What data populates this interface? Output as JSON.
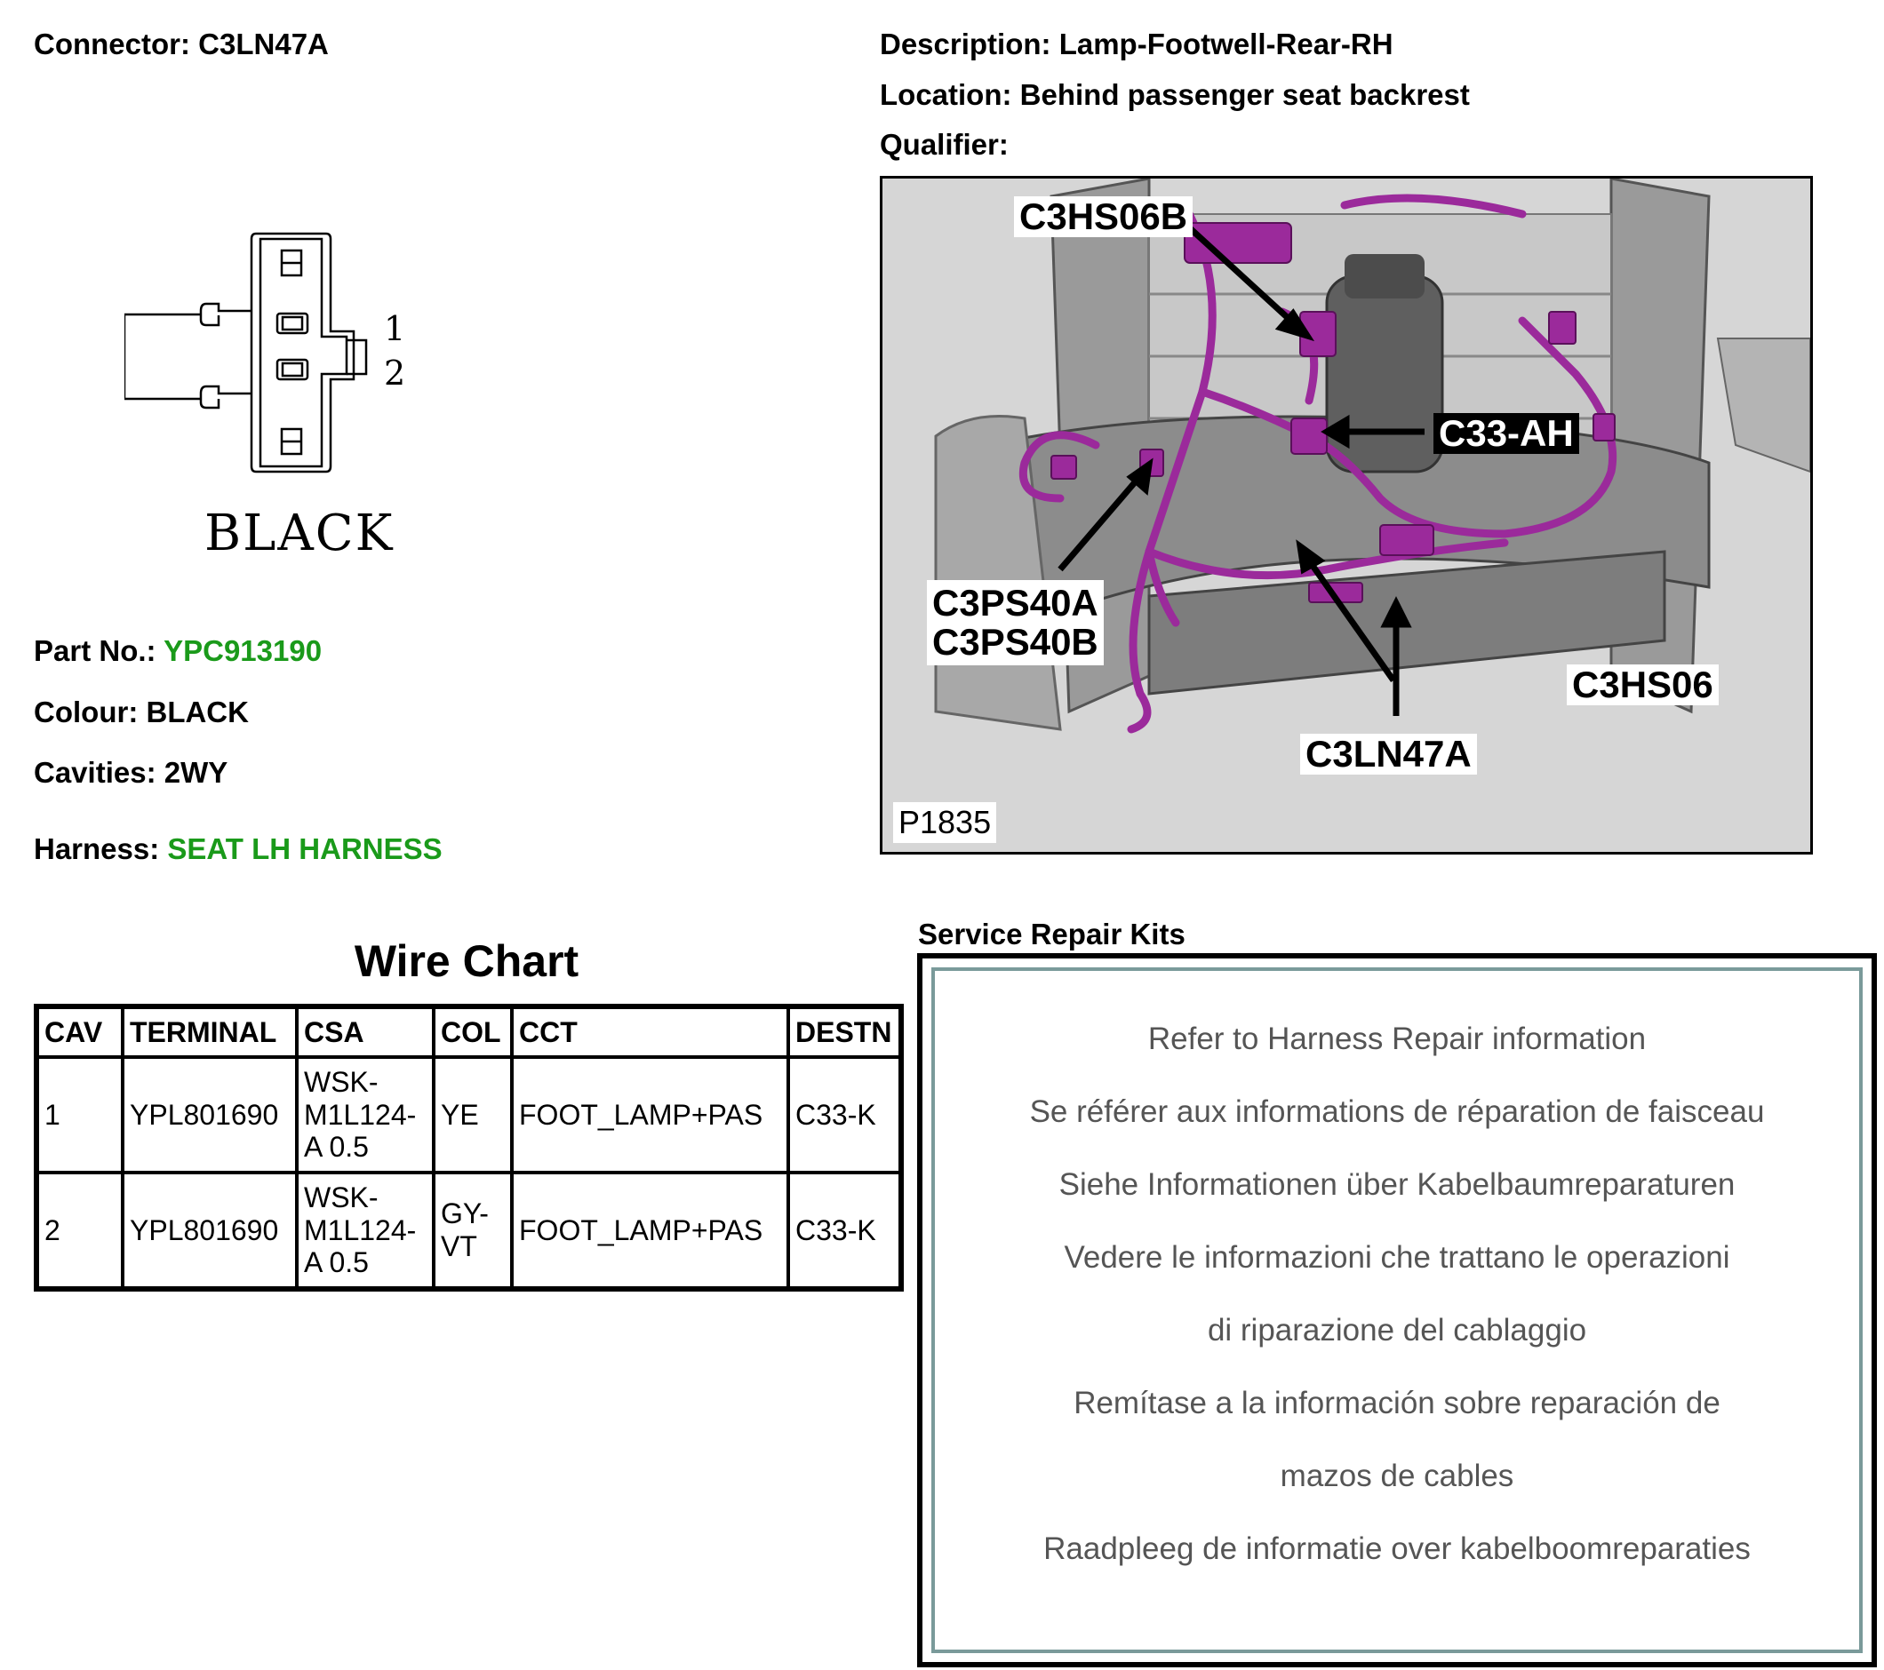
{
  "connector": {
    "label": "Connector:",
    "value": "C3LN47A"
  },
  "description": {
    "label": "Description:",
    "value": "Lamp-Footwell-Rear-RH"
  },
  "location": {
    "label": "Location:",
    "value": "Behind passenger seat backrest"
  },
  "qualifier": {
    "label": "Qualifier:",
    "value": ""
  },
  "diagram": {
    "pin1": "1",
    "pin2": "2",
    "colour_text": "BLACK"
  },
  "part_no": {
    "label": "Part No.:",
    "value": "YPC913190"
  },
  "colour": {
    "label": "Colour:",
    "value": "BLACK"
  },
  "cavities": {
    "label": "Cavities:",
    "value": "2WY"
  },
  "harness": {
    "label": "Harness:",
    "value": "SEAT LH HARNESS"
  },
  "photo": {
    "id": "P1835",
    "callouts": {
      "c3hs06b": "C3HS06B",
      "c33ah": "C33-AH",
      "c3ps40a": "C3PS40A",
      "c3ps40b": "C3PS40B",
      "c3hs06": "C3HS06",
      "c3ln47a": "C3LN47A"
    }
  },
  "wire_chart": {
    "title": "Wire Chart",
    "headers": [
      "CAV",
      "TERMINAL",
      "CSA",
      "COL",
      "CCT",
      "DESTN"
    ],
    "rows": [
      {
        "cav": "1",
        "terminal": "YPL801690",
        "csa": [
          "WSK-",
          "M1L124-",
          "A 0.5"
        ],
        "col": [
          "YE"
        ],
        "cct": "FOOT_LAMP+PAS",
        "destn": "C33-K"
      },
      {
        "cav": "2",
        "terminal": "YPL801690",
        "csa": [
          "WSK-",
          "M1L124-",
          "A 0.5"
        ],
        "col": [
          "GY-",
          "VT"
        ],
        "cct": "FOOT_LAMP+PAS",
        "destn": "C33-K"
      }
    ]
  },
  "service_repair": {
    "title": "Service Repair Kits",
    "lines": [
      "Refer to Harness Repair information",
      "Se référer aux informations de réparation de faisceau",
      "Siehe Informationen über Kabelbaumreparaturen",
      "Vedere le informazioni che trattano le operazioni",
      "di riparazione del cablaggio",
      "Remítase a la información sobre reparación de",
      "mazos de cables",
      "Raadpleeg de informatie over kabelboomreparaties"
    ]
  },
  "colors": {
    "green": "#1a9a1a",
    "harness_magenta": "#9b2a9b",
    "srk_text": "#555555"
  }
}
